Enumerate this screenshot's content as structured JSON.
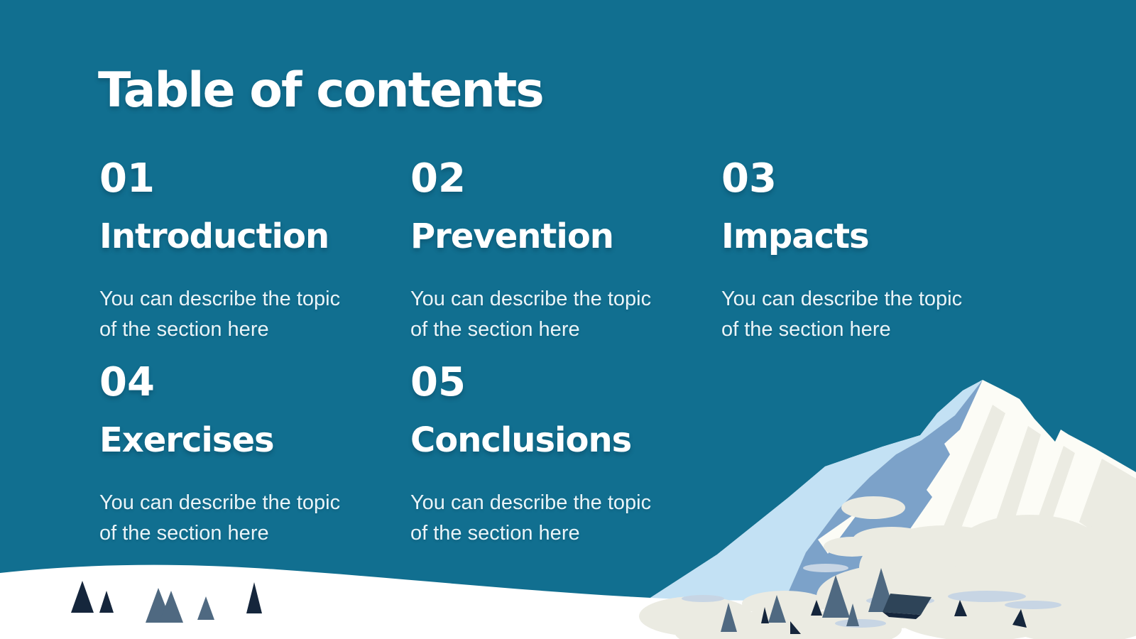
{
  "slide": {
    "title": "Table of contents",
    "sections": [
      {
        "number": "01",
        "heading": "Introduction",
        "description": "You can describe the topic of the section here"
      },
      {
        "number": "02",
        "heading": "Prevention",
        "description": "You can describe the topic of the section here"
      },
      {
        "number": "03",
        "heading": "Impacts",
        "description": "You can describe the topic of the section here"
      },
      {
        "number": "04",
        "heading": "Exercises",
        "description": "You can describe the topic of the section here"
      },
      {
        "number": "05",
        "heading": "Conclusions",
        "description": "You can describe the topic of the section here"
      }
    ]
  },
  "illustration": {
    "elements": [
      "snow-ground",
      "mountain",
      "avalanche-clouds",
      "pine-trees",
      "rock"
    ]
  },
  "colors": {
    "background": "#116f90",
    "text-primary": "#ffffff",
    "text-secondary": "#eaf4f8",
    "mountain-light": "#c3e1f4",
    "mountain-steel": "#7ca2c9",
    "mountain-white": "#fcfcf6",
    "snow": "#ffffff",
    "puff": "#ebebe2",
    "swirl": "#c7d5e4",
    "rock": "#2e4458",
    "tree-navy": "#15263c",
    "tree-slate": "#4f6981"
  }
}
